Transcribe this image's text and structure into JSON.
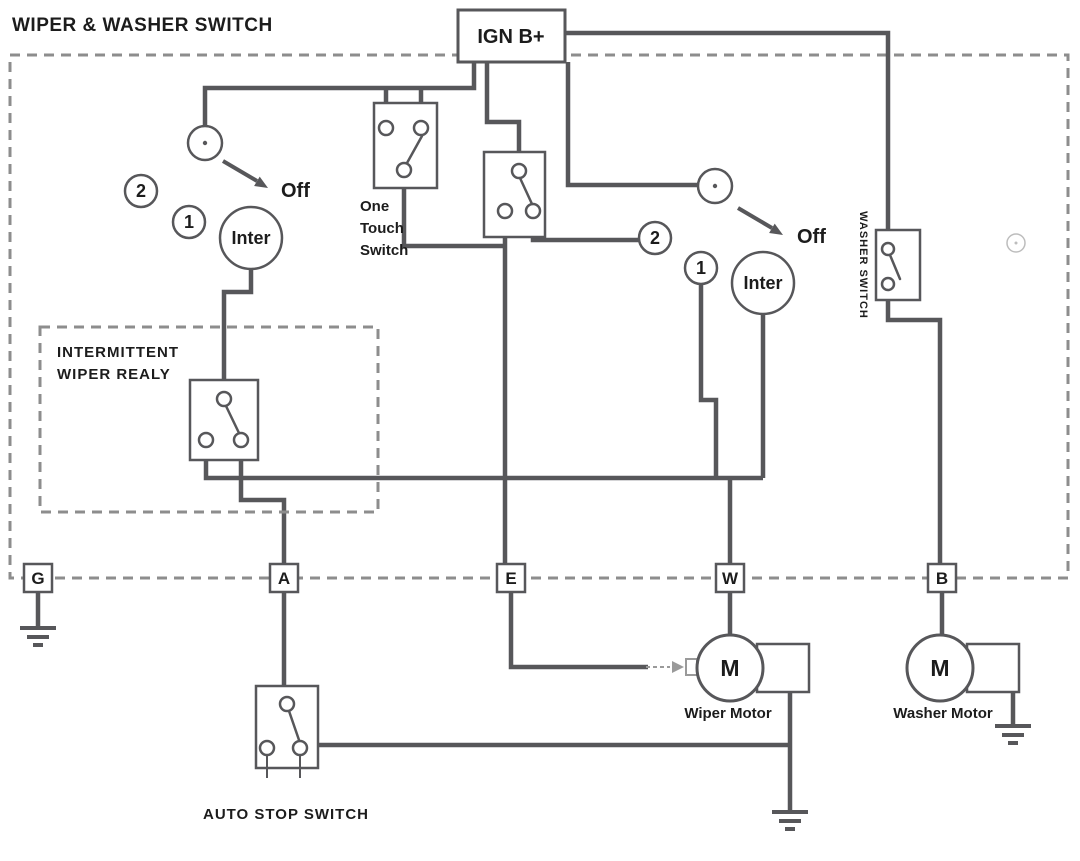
{
  "title": "WIPER & WASHER SWITCH",
  "ign_label": "IGN B+",
  "left_switch": {
    "off": "Off",
    "pos2": "2",
    "pos1": "1",
    "inter": "Inter"
  },
  "one_touch": {
    "line1": "One",
    "line2": "Touch",
    "line3": "Switch"
  },
  "right_switch": {
    "off": "Off",
    "pos2": "2",
    "pos1": "1",
    "inter": "Inter"
  },
  "washer_switch_label": "WASHER SWITCH",
  "relay": {
    "line1": "INTERMITTENT",
    "line2": "WIPER REALY"
  },
  "terminals": {
    "g": "G",
    "a": "A",
    "e": "E",
    "w": "W",
    "b": "B"
  },
  "wiper_motor": {
    "m": "M",
    "label": "Wiper Motor"
  },
  "washer_motor": {
    "m": "M",
    "label": "Washer Motor"
  },
  "auto_stop_label": "AUTO STOP SWITCH",
  "colors": {
    "wire": "#57575a",
    "dashed": "#8d8d8d",
    "text": "#1c1c1c"
  }
}
